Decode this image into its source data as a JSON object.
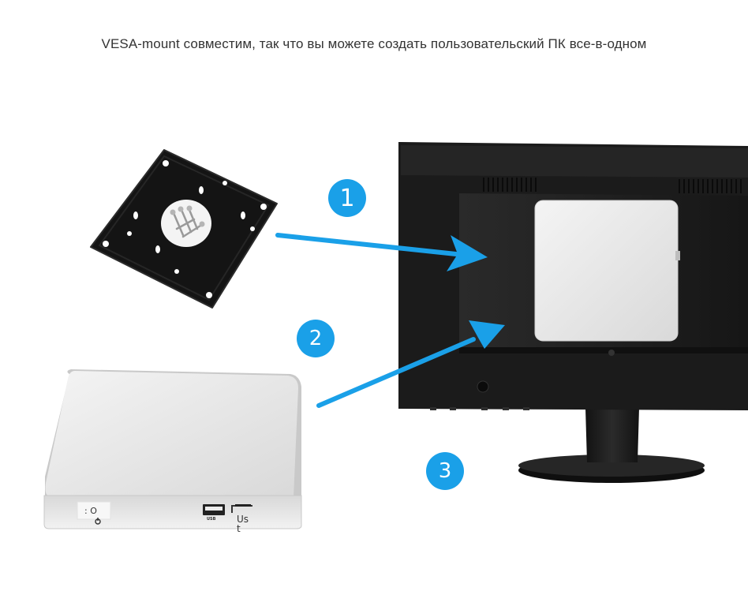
{
  "headline": "VESA-mount совместим, так что вы можете создать пользовательский ПК все-в-одном",
  "steps": [
    "1",
    "2",
    "3"
  ],
  "mini_pc": {
    "power_label": ": O",
    "usb_port_label": "USB",
    "port_text_line1": "Us",
    "port_text_line2": "t"
  },
  "colors": {
    "accent_blue": "#1aa0e8",
    "monitor_black": "#1a1a1a",
    "bracket_black": "#141414",
    "silver": "#e6e6e6"
  }
}
